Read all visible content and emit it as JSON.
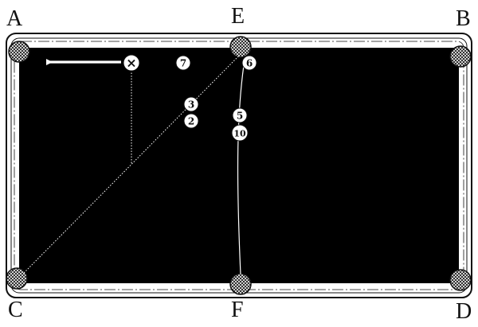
{
  "labels": {
    "corner_top_left": "A",
    "middle_top": "E",
    "corner_top_right": "B",
    "corner_bottom_left": "C",
    "middle_bottom": "F",
    "corner_bottom_right": "D"
  },
  "balls": [
    {
      "id": "7",
      "label": "7"
    },
    {
      "id": "6",
      "label": "6"
    },
    {
      "id": "3",
      "label": "3"
    },
    {
      "id": "2",
      "label": "2"
    },
    {
      "id": "5",
      "label": "5"
    },
    {
      "id": "10",
      "label": "10"
    }
  ],
  "cue_ball_mark": "×",
  "colors": {
    "cloth": "#000000",
    "rail": "#ffffff",
    "ink": "#111111",
    "ball": "#ffffff"
  }
}
